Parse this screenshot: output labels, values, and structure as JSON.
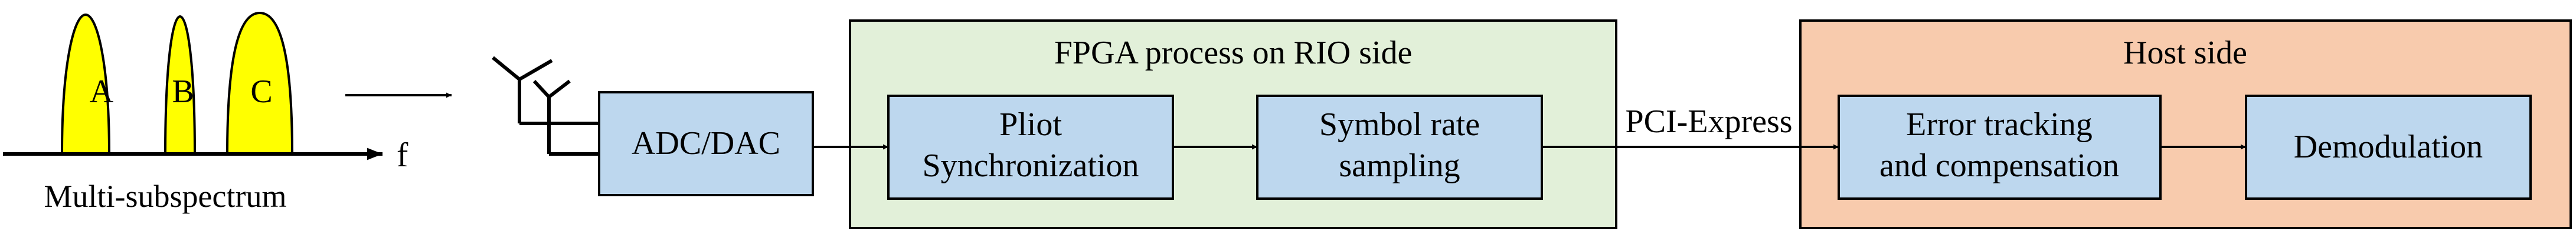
{
  "spectrum": {
    "label": "Multi-subspectrum",
    "axis_label": "f",
    "peaks": [
      "A",
      "B",
      "C"
    ],
    "peak_fill": "#ffff00"
  },
  "groups": {
    "fpga": {
      "title": "FPGA process on RIO side",
      "fill": "#e2f0d9"
    },
    "host": {
      "title": "Host side",
      "fill": "#f8cbad"
    }
  },
  "blocks": {
    "adc": {
      "line1": "ADC/DAC"
    },
    "pilot": {
      "line1": "Pliot",
      "line2": "Synchronization"
    },
    "symbol": {
      "line1": "Symbol rate",
      "line2": "sampling"
    },
    "error": {
      "line1": "Error tracking",
      "line2": "and compensation"
    },
    "demod": {
      "line1": "Demodulation"
    },
    "fill": "#bdd7ee"
  },
  "link": {
    "label": "PCI-Express"
  }
}
